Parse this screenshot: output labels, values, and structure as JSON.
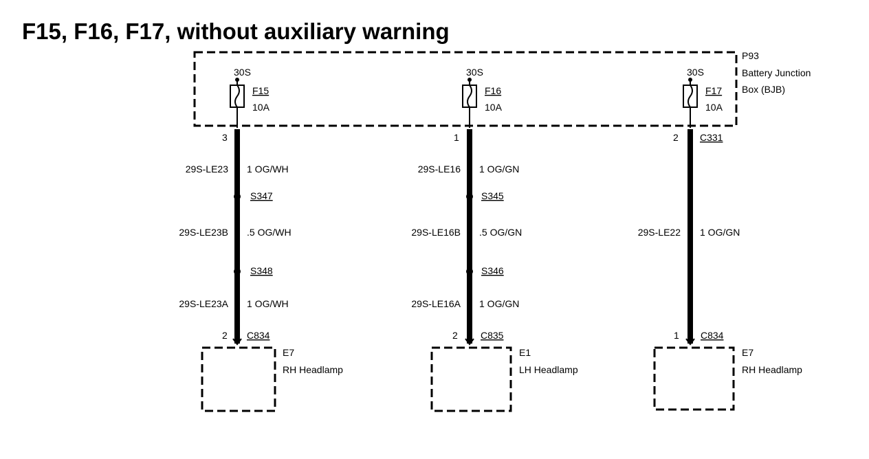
{
  "title": "F15, F16, F17, without auxiliary warning",
  "junction_box": {
    "id": "P93",
    "name_line1": "Battery Junction",
    "name_line2": "Box (BJB)",
    "connector": "C331"
  },
  "circuits": [
    {
      "supply": "30S",
      "fuse": "F15",
      "rating": "10A",
      "bjb_pin": "3",
      "seg1_circuit": "29S-LE23",
      "seg1_wire": "1 OG/WH",
      "splice1": "S347",
      "seg2_circuit": "29S-LE23B",
      "seg2_wire": ".5 OG/WH",
      "splice2": "S348",
      "seg3_circuit": "29S-LE23A",
      "seg3_wire": "1 OG/WH",
      "end_pin": "2",
      "end_connector": "C834",
      "component_id": "E7",
      "component_name": "RH Headlamp"
    },
    {
      "supply": "30S",
      "fuse": "F16",
      "rating": "10A",
      "bjb_pin": "1",
      "seg1_circuit": "29S-LE16",
      "seg1_wire": "1 OG/GN",
      "splice1": "S345",
      "seg2_circuit": "29S-LE16B",
      "seg2_wire": ".5 OG/GN",
      "splice2": "S346",
      "seg3_circuit": "29S-LE16A",
      "seg3_wire": "1 OG/GN",
      "end_pin": "2",
      "end_connector": "C835",
      "component_id": "E1",
      "component_name": "LH Headlamp"
    },
    {
      "supply": "30S",
      "fuse": "F17",
      "rating": "10A",
      "bjb_pin": "2",
      "seg_circuit": "29S-LE22",
      "seg_wire": "1 OG/GN",
      "end_pin": "1",
      "end_connector": "C834",
      "component_id": "E7",
      "component_name": "RH Headlamp"
    }
  ]
}
